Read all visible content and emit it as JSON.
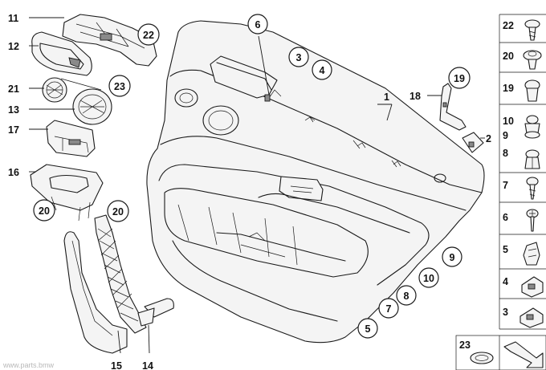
{
  "callouts": {
    "c1": "1",
    "c2": "2",
    "c3": "3",
    "c4": "4",
    "c5": "5",
    "c6": "6",
    "c7": "7",
    "c8": "8",
    "c9": "9",
    "c10": "10",
    "c11": "11",
    "c12": "12",
    "c13": "13",
    "c14": "14",
    "c15": "15",
    "c16": "16",
    "c17": "17",
    "c18": "18",
    "c19": "19",
    "c20a": "20",
    "c20b": "20",
    "c21": "21",
    "c22": "22",
    "c23": "23"
  },
  "sidebar": [
    "22",
    "20",
    "19",
    "10",
    "9",
    "8",
    "7",
    "6",
    "5",
    "4",
    "3"
  ],
  "legend": {
    "number": "23"
  },
  "watermark": "www.parts.bmw"
}
